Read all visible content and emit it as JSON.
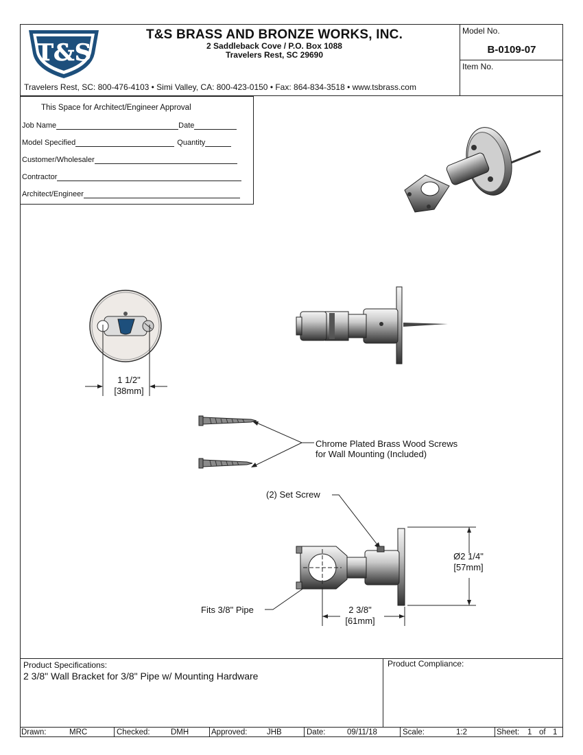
{
  "header": {
    "logo_text": "T&S",
    "company": "T&S BRASS AND BRONZE WORKS, INC.",
    "address_line1": "2 Saddleback Cove / P.O. Box 1088",
    "address_line2": "Travelers Rest, SC  29690",
    "contact": "Travelers Rest, SC: 800-476-4103 • Simi Valley, CA: 800-423-0150 • Fax: 864-834-3518 • www.tsbrass.com"
  },
  "model_box": {
    "model_label": "Model No.",
    "model_value": "B-0109-07",
    "item_label": "Item No."
  },
  "approval": {
    "title": "This Space for Architect/Engineer Approval",
    "job_name": "Job Name",
    "date": "Date",
    "model_specified": "Model Specified",
    "quantity": "Quantity",
    "customer": "Customer/Wholesaler",
    "contractor": "Contractor",
    "architect": "Architect/Engineer"
  },
  "callouts": {
    "screws_line1": "Chrome Plated Brass Wood Screws",
    "screws_line2": "for Wall Mounting (Included)",
    "set_screw": "(2) Set Screw",
    "fits_pipe": "Fits 3/8\" Pipe"
  },
  "dimensions": {
    "hole_spacing": "1 1/2\"",
    "hole_spacing_mm": "[38mm]",
    "flange_dia": "Ø2 1/4\"",
    "flange_dia_mm": "[57mm]",
    "projection": "2 3/8\"",
    "projection_mm": "[61mm]"
  },
  "specs": {
    "label": "Product Specifications:",
    "value": "2 3/8\" Wall Bracket for 3/8\" Pipe w/ Mounting Hardware",
    "compliance_label": "Product Compliance:"
  },
  "title_block": {
    "drawn_label": "Drawn:",
    "drawn_value": "MRC",
    "checked_label": "Checked:",
    "checked_value": "DMH",
    "approved_label": "Approved:",
    "approved_value": "JHB",
    "date_label": "Date:",
    "date_value": "09/11/18",
    "scale_label": "Scale:",
    "scale_value": "1:2",
    "sheet_label": "Sheet:",
    "sheet_value": "1",
    "sheet_of": "of",
    "sheet_total": "1"
  }
}
